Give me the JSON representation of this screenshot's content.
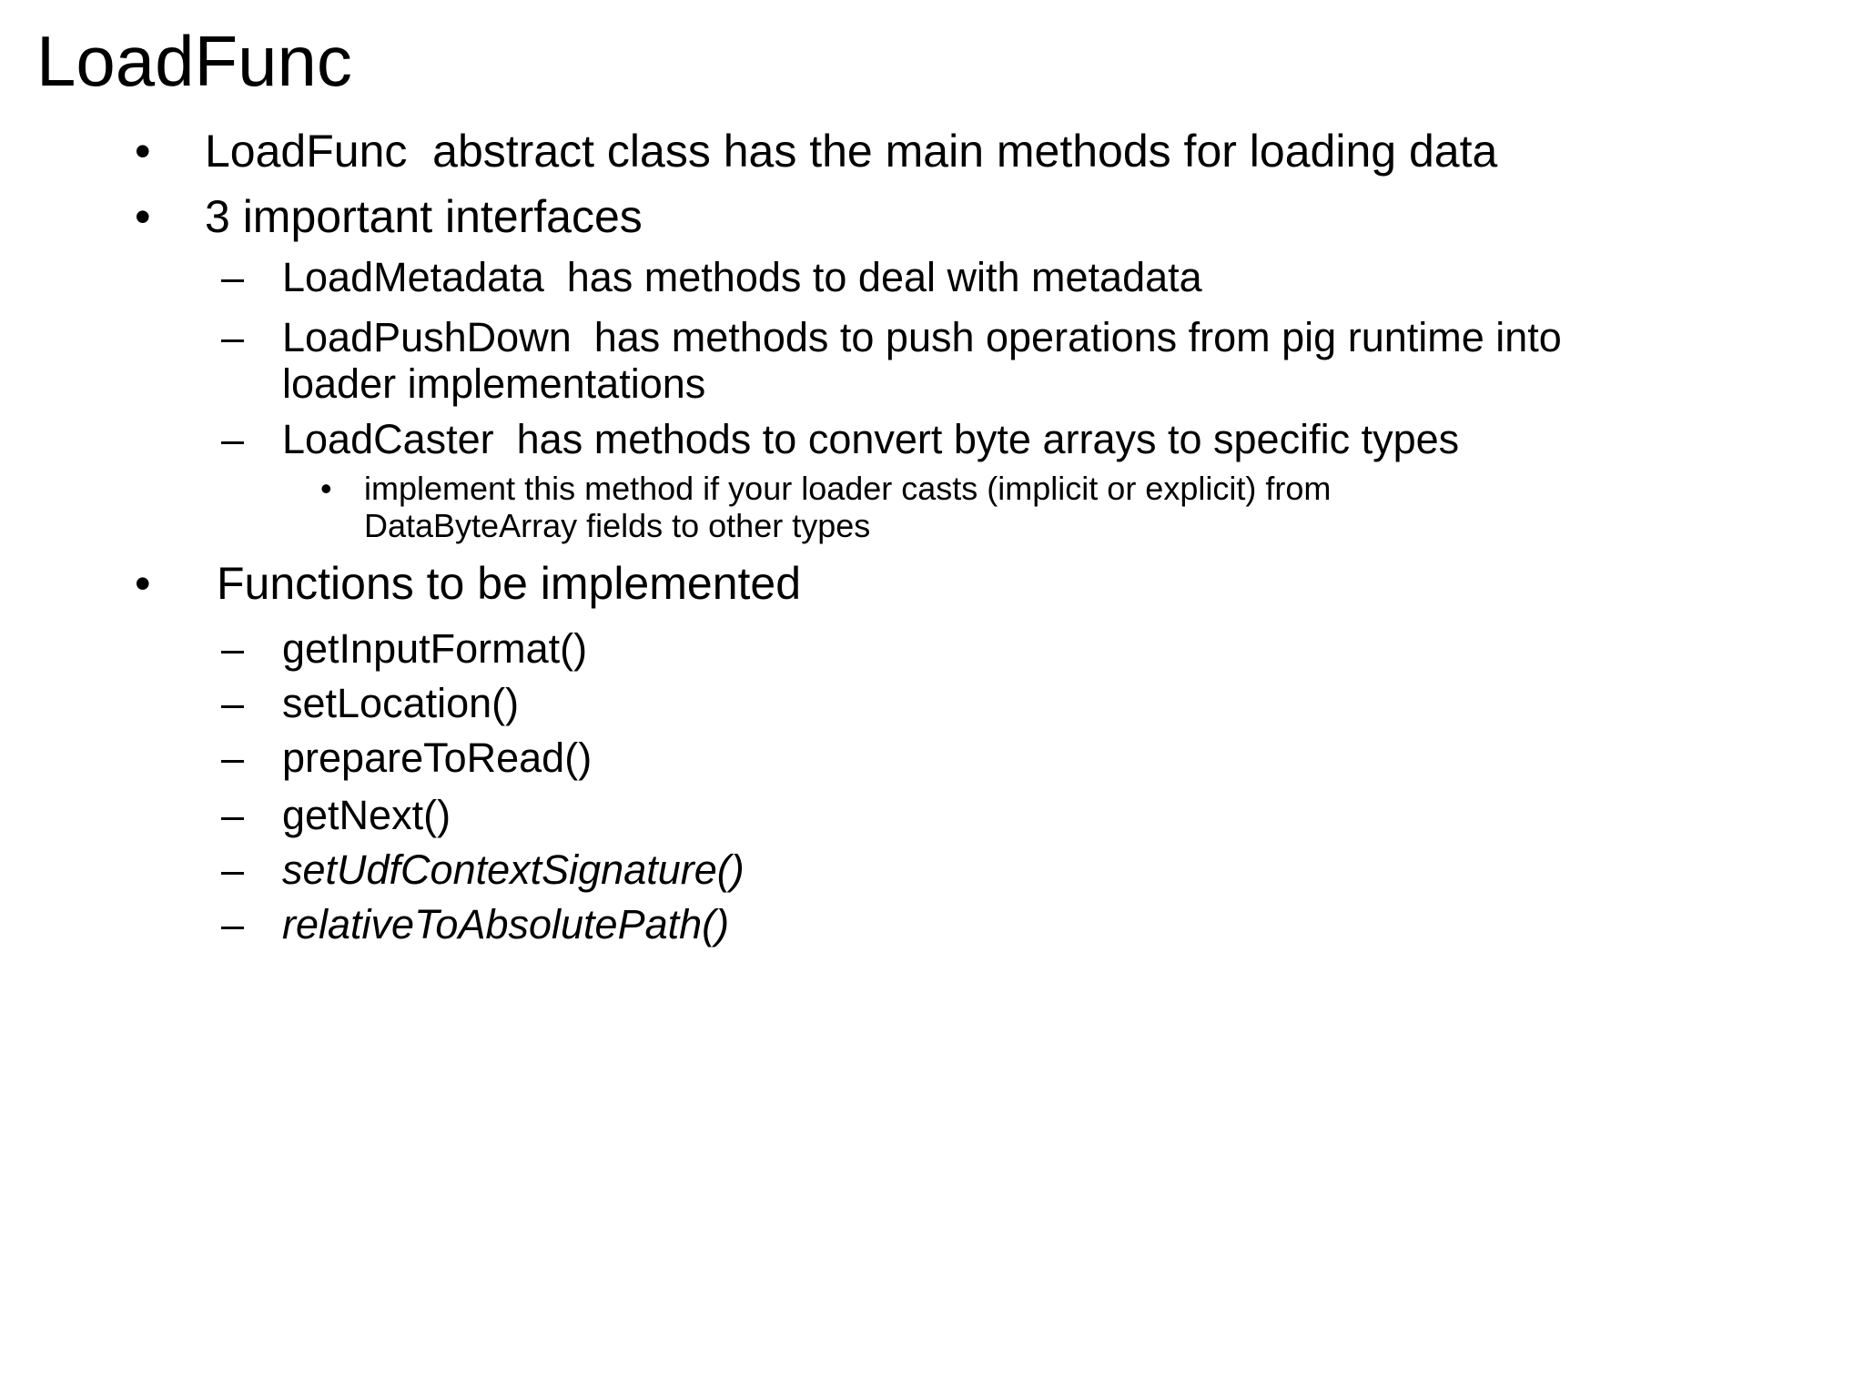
{
  "slide": {
    "title": "LoadFunc",
    "colors": {
      "background": "#ffffff",
      "text": "#000000"
    },
    "markers": {
      "level1": "•",
      "level2": "–",
      "level3": "•"
    },
    "bullets": {
      "b1": "LoadFunc  abstract class has the main methods for loading data",
      "b2": "3 important interfaces",
      "b2_subs": {
        "s1": "LoadMetadata  has methods to deal with metadata",
        "s2_line1": "LoadPushDown  has methods to push operations from pig runtime into",
        "s2_line2": "loader implementations",
        "s3": "LoadCaster  has methods to convert byte arrays to specific types",
        "s3_note_line1": "implement this method if your loader casts (implicit or explicit) from",
        "s3_note_line2": "DataByteArray fields to other types"
      },
      "b3": "Functions to be implemented",
      "b3_functions": [
        "getInputFormat()",
        "setLocation()",
        "prepareToRead()",
        "getNext()",
        "setUdfContextSignature()",
        "relativeToAbsolutePath()"
      ]
    }
  }
}
